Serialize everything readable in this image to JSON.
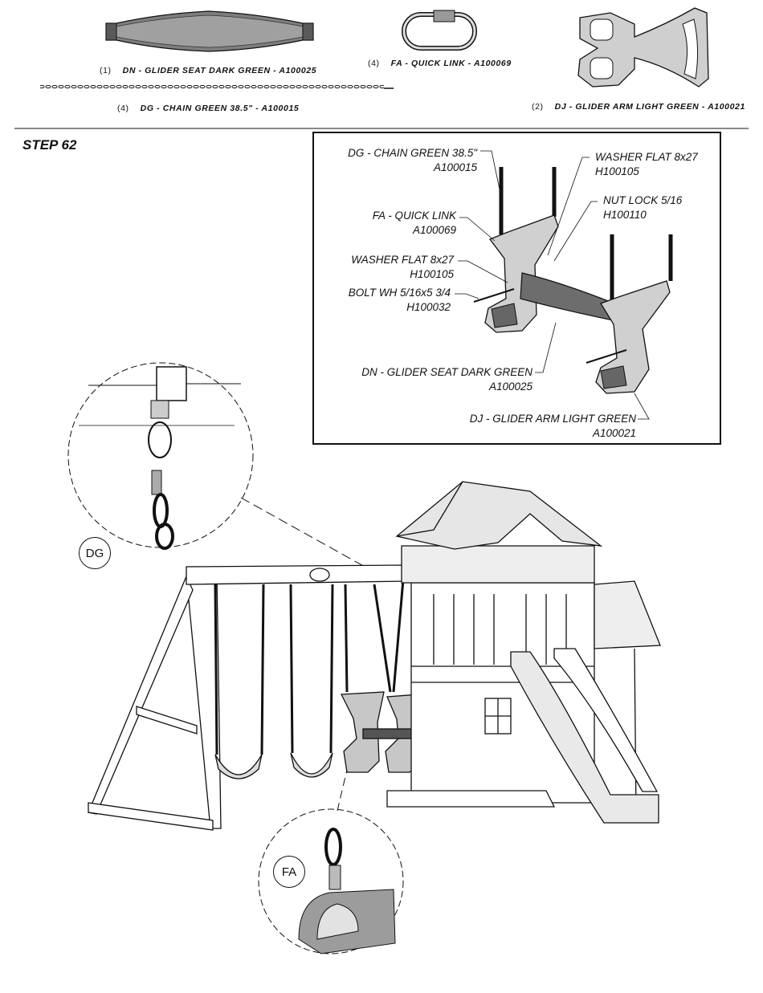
{
  "parts": [
    {
      "qty": "(1)",
      "label": "DN - GLIDER SEAT DARK GREEN - A100025"
    },
    {
      "qty": "(4)",
      "label": "FA - QUICK LINK - A100069"
    },
    {
      "qty": "(2)",
      "label": "DJ - GLIDER ARM LIGHT GREEN - A100021"
    },
    {
      "qty": "(4)",
      "label": "DG - CHAIN GREEN 38.5\" - A100015"
    }
  ],
  "step": "STEP 62",
  "callouts": [
    {
      "name": "DG - CHAIN GREEN 38.5\"",
      "code": "A100015"
    },
    {
      "name": "WASHER FLAT 8x27",
      "code": "H100105"
    },
    {
      "name": "NUT LOCK 5/16",
      "code": "H100110"
    },
    {
      "name": "FA - QUICK LINK",
      "code": "A100069"
    },
    {
      "name": "WASHER FLAT 8x27",
      "code": "H100105"
    },
    {
      "name": "BOLT WH 5/16x5 3/4",
      "code": "H100032"
    },
    {
      "name": "DN - GLIDER SEAT DARK GREEN",
      "code": "A100025"
    },
    {
      "name": "DJ - GLIDER ARM LIGHT GREEN",
      "code": "A100021"
    }
  ],
  "detail_labels": {
    "chain": "DG",
    "link": "FA"
  },
  "colors": {
    "line": "#111111",
    "shade": "#8a8a8a",
    "light": "#d8d8d8"
  }
}
